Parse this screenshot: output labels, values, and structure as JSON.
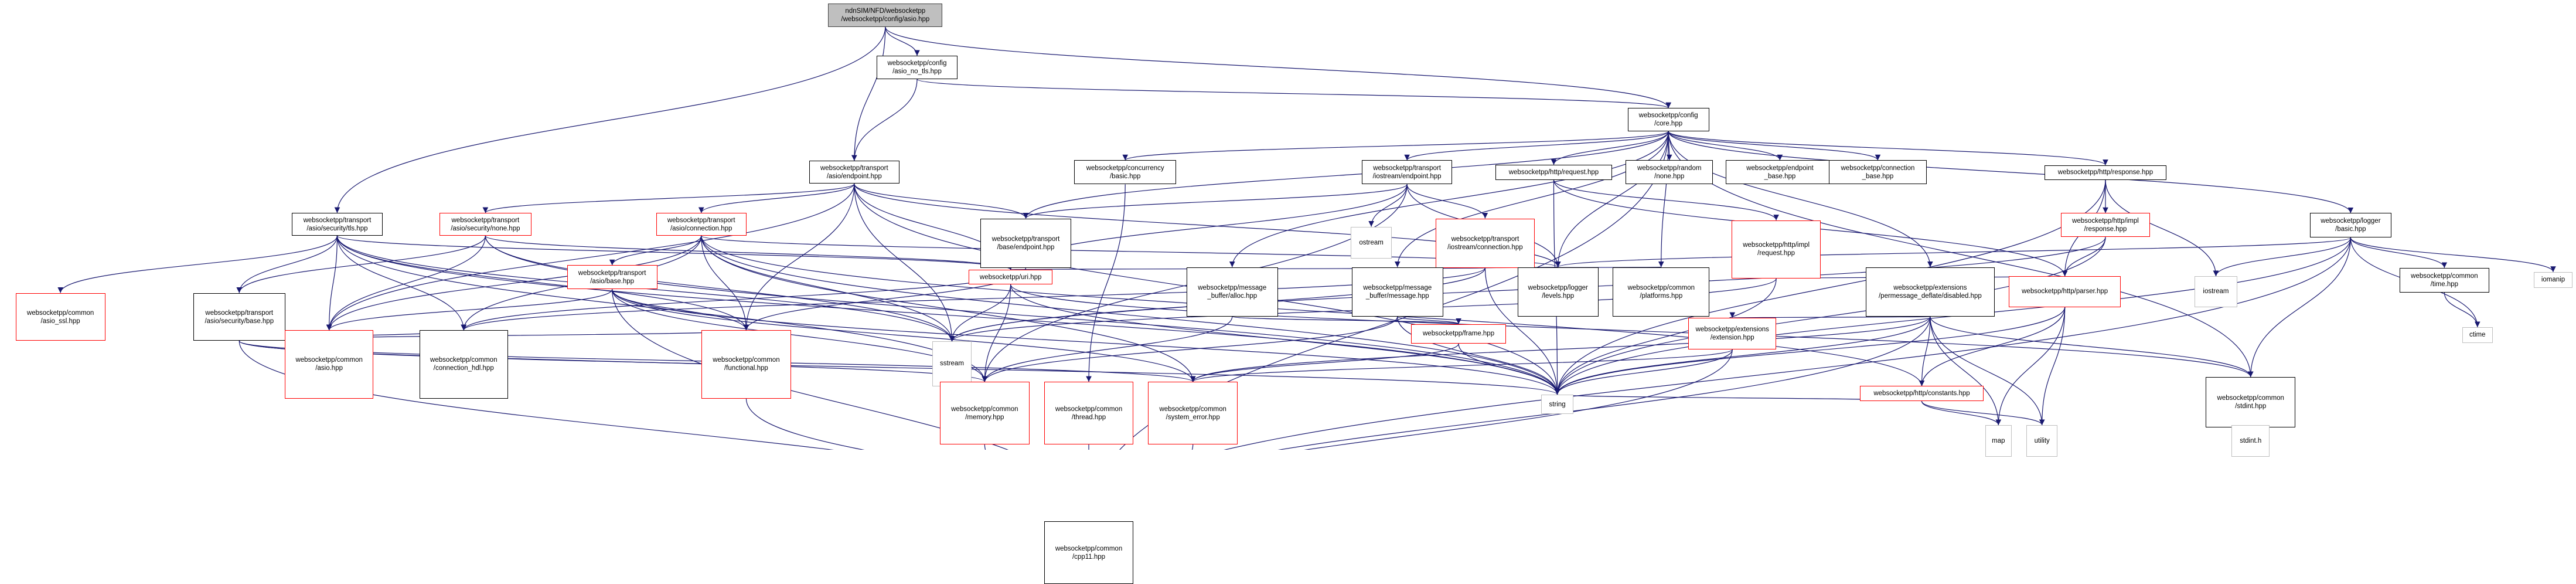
{
  "graph": {
    "title": "ndnSIM/NFD/websocketpp/websocketpp/config/asio.hpp",
    "edge_color": "#191970",
    "node_border_colors": {
      "normal": "#000000",
      "truncated": "#ff0000",
      "external": "#bfbfbf",
      "root_fill": "#bfbfbf"
    },
    "nodes": [
      {
        "id": "root",
        "label": "ndnSIM/NFD/websocketpp\n/websocketpp/config/asio.hpp",
        "kind": "root"
      },
      {
        "id": "asio_no_tls",
        "label": "websocketpp/config\n/asio_no_tls.hpp",
        "kind": "normal"
      },
      {
        "id": "core",
        "label": "websocketpp/config\n/core.hpp",
        "kind": "normal"
      },
      {
        "id": "t_asio_endpoint",
        "label": "websocketpp/transport\n/asio/endpoint.hpp",
        "kind": "normal"
      },
      {
        "id": "concurrency_basic",
        "label": "websocketpp/concurrency\n/basic.hpp",
        "kind": "normal"
      },
      {
        "id": "t_iostream_endpoint",
        "label": "websocketpp/transport\n/iostream/endpoint.hpp",
        "kind": "normal"
      },
      {
        "id": "http_request",
        "label": "websocketpp/http/request.hpp",
        "kind": "normal"
      },
      {
        "id": "random_none",
        "label": "websocketpp/random\n/none.hpp",
        "kind": "normal"
      },
      {
        "id": "endpoint_base",
        "label": "websocketpp/endpoint\n_base.hpp",
        "kind": "normal"
      },
      {
        "id": "connection_base",
        "label": "websocketpp/connection\n_base.hpp",
        "kind": "normal"
      },
      {
        "id": "http_response",
        "label": "websocketpp/http/response.hpp",
        "kind": "normal"
      },
      {
        "id": "logger_basic",
        "label": "websocketpp/logger\n/basic.hpp",
        "kind": "normal"
      },
      {
        "id": "sec_tls",
        "label": "websocketpp/transport\n/asio/security/tls.hpp",
        "kind": "normal"
      },
      {
        "id": "sec_none",
        "label": "websocketpp/transport\n/asio/security/none.hpp",
        "kind": "truncated"
      },
      {
        "id": "t_asio_connection",
        "label": "websocketpp/transport\n/asio/connection.hpp",
        "kind": "truncated"
      },
      {
        "id": "t_base_endpoint",
        "label": "websocketpp/transport\n/base/endpoint.hpp",
        "kind": "normal"
      },
      {
        "id": "ostream",
        "label": "ostream",
        "kind": "external"
      },
      {
        "id": "t_iostream_connection",
        "label": "websocketpp/transport\n/iostream/connection.hpp",
        "kind": "truncated"
      },
      {
        "id": "http_impl_request",
        "label": "websocketpp/http/impl\n/request.hpp",
        "kind": "truncated"
      },
      {
        "id": "http_impl_response",
        "label": "websocketpp/http/impl\n/response.hpp",
        "kind": "truncated"
      },
      {
        "id": "iomanip",
        "label": "iomanip",
        "kind": "external"
      },
      {
        "id": "common_time",
        "label": "websocketpp/common\n/time.hpp",
        "kind": "normal"
      },
      {
        "id": "asio_ssl",
        "label": "websocketpp/common\n/asio_ssl.hpp",
        "kind": "truncated"
      },
      {
        "id": "sec_base",
        "label": "websocketpp/transport\n/asio/security/base.hpp",
        "kind": "normal"
      },
      {
        "id": "t_asio_base",
        "label": "websocketpp/transport\n/asio/base.hpp",
        "kind": "truncated"
      },
      {
        "id": "uri",
        "label": "websocketpp/uri.hpp",
        "kind": "truncated"
      },
      {
        "id": "mb_alloc",
        "label": "websocketpp/message\n_buffer/alloc.hpp",
        "kind": "normal"
      },
      {
        "id": "mb_message",
        "label": "websocketpp/message\n_buffer/message.hpp",
        "kind": "normal"
      },
      {
        "id": "logger_levels",
        "label": "websocketpp/logger\n/levels.hpp",
        "kind": "normal"
      },
      {
        "id": "common_platforms",
        "label": "websocketpp/common\n/platforms.hpp",
        "kind": "normal"
      },
      {
        "id": "pmd_disabled",
        "label": "websocketpp/extensions\n/permessage_deflate/disabled.hpp",
        "kind": "normal"
      },
      {
        "id": "http_parser",
        "label": "websocketpp/http/parser.hpp",
        "kind": "truncated"
      },
      {
        "id": "iostream",
        "label": "iostream",
        "kind": "external"
      },
      {
        "id": "ctime",
        "label": "ctime",
        "kind": "external"
      },
      {
        "id": "common_asio",
        "label": "websocketpp/common\n/asio.hpp",
        "kind": "truncated"
      },
      {
        "id": "connection_hdl",
        "label": "websocketpp/common\n/connection_hdl.hpp",
        "kind": "normal"
      },
      {
        "id": "common_functional",
        "label": "websocketpp/common\n/functional.hpp",
        "kind": "truncated"
      },
      {
        "id": "sstream",
        "label": "sstream",
        "kind": "external"
      },
      {
        "id": "frame",
        "label": "websocketpp/frame.hpp",
        "kind": "truncated"
      },
      {
        "id": "ext_extension",
        "label": "websocketpp/extensions\n/extension.hpp",
        "kind": "truncated"
      },
      {
        "id": "http_constants",
        "label": "websocketpp/http/constants.hpp",
        "kind": "truncated"
      },
      {
        "id": "common_stdint",
        "label": "websocketpp/common\n/stdint.hpp",
        "kind": "normal"
      },
      {
        "id": "common_memory",
        "label": "websocketpp/common\n/memory.hpp",
        "kind": "truncated"
      },
      {
        "id": "common_thread",
        "label": "websocketpp/common\n/thread.hpp",
        "kind": "truncated"
      },
      {
        "id": "common_system_error",
        "label": "websocketpp/common\n/system_error.hpp",
        "kind": "truncated"
      },
      {
        "id": "string",
        "label": "string",
        "kind": "external"
      },
      {
        "id": "map",
        "label": "map",
        "kind": "external"
      },
      {
        "id": "utility",
        "label": "utility",
        "kind": "external"
      },
      {
        "id": "stdint_h",
        "label": "stdint.h",
        "kind": "external"
      },
      {
        "id": "common_cpp11",
        "label": "websocketpp/common\n/cpp11.hpp",
        "kind": "normal"
      }
    ],
    "edges": [
      [
        "root",
        "asio_no_tls"
      ],
      [
        "root",
        "core"
      ],
      [
        "root",
        "t_asio_endpoint"
      ],
      [
        "root",
        "sec_tls"
      ],
      [
        "asio_no_tls",
        "core"
      ],
      [
        "asio_no_tls",
        "t_asio_endpoint"
      ],
      [
        "core",
        "concurrency_basic"
      ],
      [
        "core",
        "t_iostream_endpoint"
      ],
      [
        "core",
        "http_request"
      ],
      [
        "core",
        "random_none"
      ],
      [
        "core",
        "endpoint_base"
      ],
      [
        "core",
        "connection_base"
      ],
      [
        "core",
        "http_response"
      ],
      [
        "core",
        "logger_basic"
      ],
      [
        "core",
        "mb_alloc"
      ],
      [
        "core",
        "mb_message"
      ],
      [
        "core",
        "pmd_disabled"
      ],
      [
        "core",
        "logger_levels"
      ],
      [
        "core",
        "common_stdint"
      ],
      [
        "core",
        "common_cpp11"
      ],
      [
        "core",
        "t_base_endpoint"
      ],
      [
        "core",
        "common_platforms"
      ],
      [
        "t_asio_endpoint",
        "sec_none"
      ],
      [
        "t_asio_endpoint",
        "t_asio_connection"
      ],
      [
        "t_asio_endpoint",
        "t_base_endpoint"
      ],
      [
        "t_asio_endpoint",
        "uri"
      ],
      [
        "t_asio_endpoint",
        "logger_levels"
      ],
      [
        "t_asio_endpoint",
        "common_functional"
      ],
      [
        "t_asio_endpoint",
        "sstream"
      ],
      [
        "t_asio_endpoint",
        "string"
      ],
      [
        "t_asio_endpoint",
        "common_asio"
      ],
      [
        "concurrency_basic",
        "common_thread"
      ],
      [
        "t_iostream_endpoint",
        "t_iostream_connection"
      ],
      [
        "t_iostream_endpoint",
        "ostream"
      ],
      [
        "t_iostream_endpoint",
        "t_base_endpoint"
      ],
      [
        "t_iostream_endpoint",
        "uri"
      ],
      [
        "t_iostream_endpoint",
        "logger_levels"
      ],
      [
        "t_iostream_endpoint",
        "common_memory"
      ],
      [
        "http_request",
        "http_impl_request"
      ],
      [
        "http_request",
        "http_parser"
      ],
      [
        "http_request",
        "string"
      ],
      [
        "http_response",
        "http_impl_response"
      ],
      [
        "http_response",
        "http_parser"
      ],
      [
        "http_response",
        "iostream"
      ],
      [
        "http_response",
        "string"
      ],
      [
        "logger_basic",
        "logger_levels"
      ],
      [
        "logger_basic",
        "common_time"
      ],
      [
        "logger_basic",
        "iomanip"
      ],
      [
        "logger_basic",
        "ctime"
      ],
      [
        "logger_basic",
        "iostream"
      ],
      [
        "logger_basic",
        "common_stdint"
      ],
      [
        "logger_basic",
        "string"
      ],
      [
        "logger_basic",
        "common_cpp11"
      ],
      [
        "common_time",
        "ctime"
      ],
      [
        "sec_tls",
        "asio_ssl"
      ],
      [
        "sec_tls",
        "sec_base"
      ],
      [
        "sec_tls",
        "common_asio"
      ],
      [
        "sec_tls",
        "connection_hdl"
      ],
      [
        "sec_tls",
        "common_functional"
      ],
      [
        "sec_tls",
        "uri"
      ],
      [
        "sec_tls",
        "sstream"
      ],
      [
        "sec_tls",
        "string"
      ],
      [
        "sec_tls",
        "common_memory"
      ],
      [
        "sec_none",
        "sec_base"
      ],
      [
        "sec_none",
        "common_asio"
      ],
      [
        "sec_none",
        "uri"
      ],
      [
        "sec_none",
        "sstream"
      ],
      [
        "sec_none",
        "string"
      ],
      [
        "t_asio_connection",
        "t_asio_base"
      ],
      [
        "t_asio_connection",
        "common_asio"
      ],
      [
        "t_asio_connection",
        "connection_hdl"
      ],
      [
        "t_asio_connection",
        "common_functional"
      ],
      [
        "t_asio_connection",
        "logger_levels"
      ],
      [
        "t_asio_connection",
        "sstream"
      ],
      [
        "t_asio_connection",
        "common_system_error"
      ],
      [
        "t_asio_connection",
        "string"
      ],
      [
        "t_asio_connection",
        "http_constants"
      ],
      [
        "t_base_endpoint",
        "common_functional"
      ],
      [
        "t_base_endpoint",
        "connection_hdl"
      ],
      [
        "t_iostream_connection",
        "uri"
      ],
      [
        "t_iostream_connection",
        "logger_levels"
      ],
      [
        "t_iostream_connection",
        "common_platforms"
      ],
      [
        "t_iostream_connection",
        "sstream"
      ],
      [
        "t_iostream_connection",
        "string"
      ],
      [
        "t_iostream_connection",
        "connection_hdl"
      ],
      [
        "http_impl_request",
        "http_parser"
      ],
      [
        "http_impl_request",
        "string"
      ],
      [
        "http_impl_request",
        "sstream"
      ],
      [
        "http_impl_response",
        "http_parser"
      ],
      [
        "http_impl_response",
        "string"
      ],
      [
        "http_impl_response",
        "sstream"
      ],
      [
        "sec_base",
        "common_asio"
      ],
      [
        "sec_base",
        "common_system_error"
      ],
      [
        "sec_base",
        "common_functional"
      ],
      [
        "sec_base",
        "connection_hdl"
      ],
      [
        "sec_base",
        "common_memory"
      ],
      [
        "sec_base",
        "common_cpp11"
      ],
      [
        "sec_base",
        "string"
      ],
      [
        "t_asio_base",
        "common_asio"
      ],
      [
        "t_asio_base",
        "common_functional"
      ],
      [
        "t_asio_base",
        "common_system_error"
      ],
      [
        "t_asio_base",
        "common_memory"
      ],
      [
        "t_asio_base",
        "common_cpp11"
      ],
      [
        "t_asio_base",
        "string"
      ],
      [
        "uri",
        "sstream"
      ],
      [
        "uri",
        "string"
      ],
      [
        "uri",
        "common_memory"
      ],
      [
        "uri",
        "common_stdint"
      ],
      [
        "mb_alloc",
        "common_memory"
      ],
      [
        "mb_alloc",
        "frame"
      ],
      [
        "mb_message",
        "frame"
      ],
      [
        "mb_message",
        "common_memory"
      ],
      [
        "mb_message",
        "string"
      ],
      [
        "pmd_disabled",
        "ext_extension"
      ],
      [
        "pmd_disabled",
        "http_constants"
      ],
      [
        "pmd_disabled",
        "common_stdint"
      ],
      [
        "pmd_disabled",
        "common_system_error"
      ],
      [
        "pmd_disabled",
        "common_cpp11"
      ],
      [
        "pmd_disabled",
        "string"
      ],
      [
        "pmd_disabled",
        "map"
      ],
      [
        "pmd_disabled",
        "utility"
      ],
      [
        "http_parser",
        "http_constants"
      ],
      [
        "http_parser",
        "string"
      ],
      [
        "http_parser",
        "map"
      ],
      [
        "http_parser",
        "utility"
      ],
      [
        "ext_extension",
        "common_cpp11"
      ],
      [
        "ext_extension",
        "string"
      ],
      [
        "ext_extension",
        "common_system_error"
      ],
      [
        "http_constants",
        "map"
      ],
      [
        "http_constants",
        "utility"
      ],
      [
        "http_constants",
        "string"
      ],
      [
        "common_stdint",
        "stdint_h"
      ],
      [
        "frame",
        "string"
      ],
      [
        "frame",
        "common_system_error"
      ],
      [
        "common_memory",
        "common_cpp11"
      ],
      [
        "common_thread",
        "common_cpp11"
      ],
      [
        "common_system_error",
        "common_cpp11"
      ],
      [
        "common_functional",
        "common_cpp11"
      ]
    ]
  }
}
